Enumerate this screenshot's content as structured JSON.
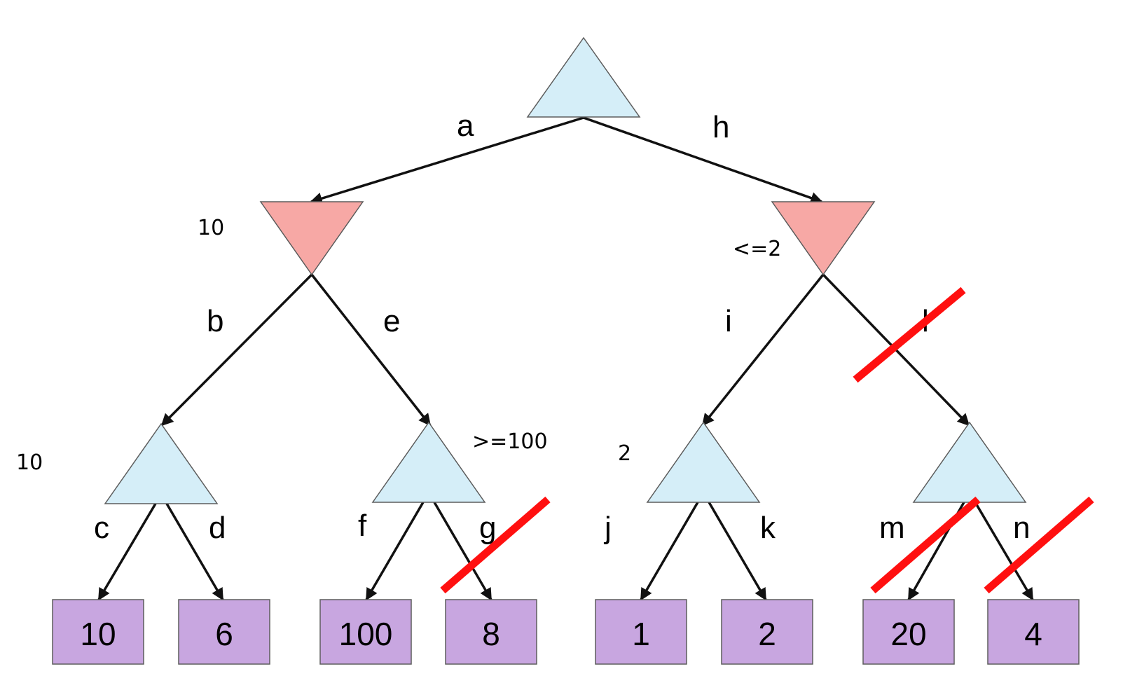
{
  "tree": {
    "edge_labels": {
      "a": "a",
      "h": "h",
      "b": "b",
      "e": "e",
      "i": "i",
      "l": "l",
      "c": "c",
      "d": "d",
      "f": "f",
      "g": "g",
      "j": "j",
      "k": "k",
      "m": "m",
      "n": "n"
    },
    "leaf_values": {
      "c": "10",
      "d": "6",
      "f": "100",
      "g": "8",
      "j": "1",
      "k": "2",
      "m": "20",
      "n": "4"
    },
    "annotations": {
      "min_b_e": "10",
      "min_i_l": "<=2",
      "max_c_d": "10",
      "max_f_g": ">=100",
      "max_j_k": "2"
    },
    "pruned_edges": [
      "l",
      "g",
      "m",
      "n"
    ]
  },
  "colors": {
    "max_node": "#d5eef8",
    "min_node": "#f7a8a5",
    "leaf": "#c8a6e0",
    "edge": "#111111",
    "prune_mark": "#ff1010"
  }
}
